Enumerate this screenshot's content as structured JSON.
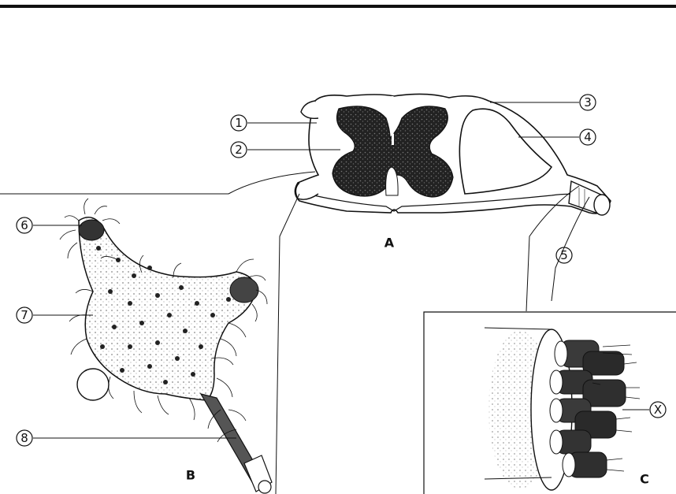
{
  "diagram": {
    "panels": {
      "a": "A",
      "b": "B",
      "c": "C"
    },
    "callouts": {
      "n1": "1",
      "n2": "2",
      "n3": "3",
      "n4": "4",
      "n5": "5",
      "n6": "6",
      "n7": "7",
      "n8": "8",
      "x": "X"
    }
  }
}
